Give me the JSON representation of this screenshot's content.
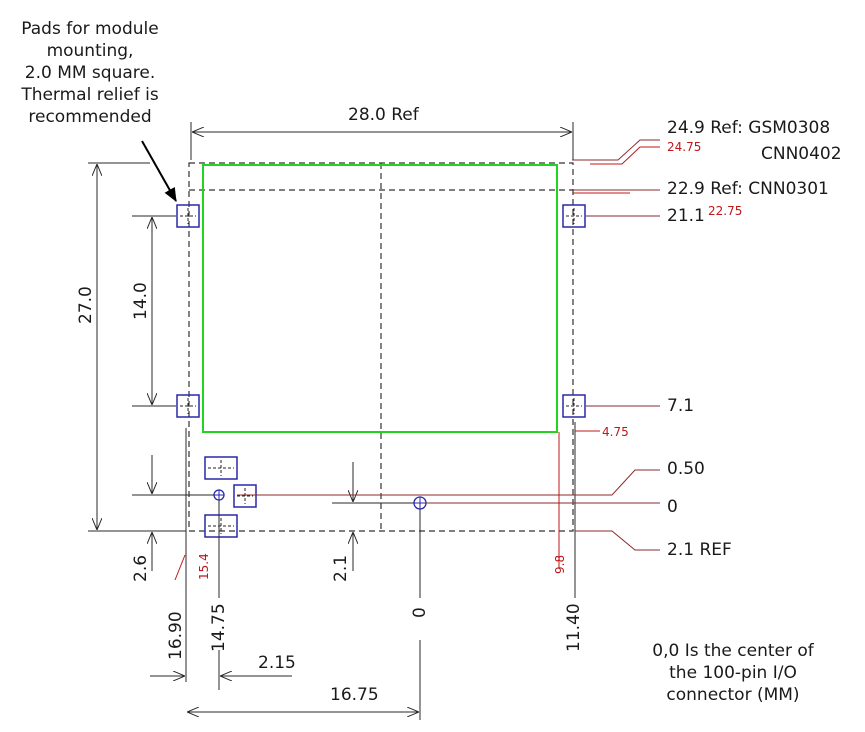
{
  "notes": {
    "pads": [
      "Pads for module",
      "mounting,",
      "2.0 MM square.",
      "Thermal relief is",
      "recommended"
    ],
    "origin": [
      "0,0 Is the center of",
      "the 100-pin I/O",
      "connector (MM)"
    ]
  },
  "dims": {
    "width_ref": "28.0 Ref",
    "height_27": "27.0",
    "spacing_14": "14.0",
    "ref_24_9": "24.9 Ref: GSM0308",
    "ref_cnn0402": "CNN0402",
    "ref_22_9": "22.9 Ref: CNN0301",
    "y_21_1": "21.1",
    "y_7_1": "7.1",
    "y_0_50": "0.50",
    "y_0": "0",
    "y_2_1_ref": "2.1 REF",
    "left_2_6": "2.6",
    "mid_2_1": "2.1",
    "x_16_90": "16.90",
    "x_14_75": "14.75",
    "x_0": "0",
    "x_11_40": "11.40",
    "x_2_15": "2.15",
    "x_16_75": "16.75"
  },
  "alt_dims": {
    "y_24_75": "24.75",
    "y_22_75": "22.75",
    "y_4_75": "4.75",
    "x_15_4": "15.4",
    "x_9_8": "9.8"
  },
  "colors": {
    "outline": "#22d322",
    "pad": "#2828a8",
    "dim_line": "#2a2a2a",
    "leader": "#8b2b2b",
    "alt_text": "#c0171a"
  }
}
